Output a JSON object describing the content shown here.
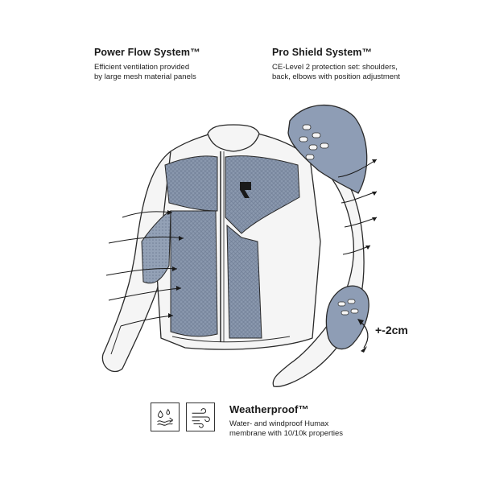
{
  "features": {
    "power_flow": {
      "title": "Power Flow System™",
      "description_lines": [
        "Efficient ventilation provided",
        "by large mesh material panels"
      ]
    },
    "pro_shield": {
      "title": "Pro Shield System™",
      "description_lines": [
        "CE-Level 2 protection set: shoulders,",
        "back, elbows with position adjustment"
      ]
    },
    "weatherproof": {
      "title": "Weatherproof™",
      "description_lines": [
        "Water- and windproof Humax",
        "membrane with 10/10k properties"
      ]
    }
  },
  "elbow_adjustment": "+-2cm",
  "icons": [
    "water-drops-icon",
    "wind-icon"
  ],
  "colors": {
    "mesh_blue": "#8a98ae",
    "armor_blue": "#8e9db5",
    "outline": "#2a2a2a",
    "shell": "#f4f4f4"
  }
}
